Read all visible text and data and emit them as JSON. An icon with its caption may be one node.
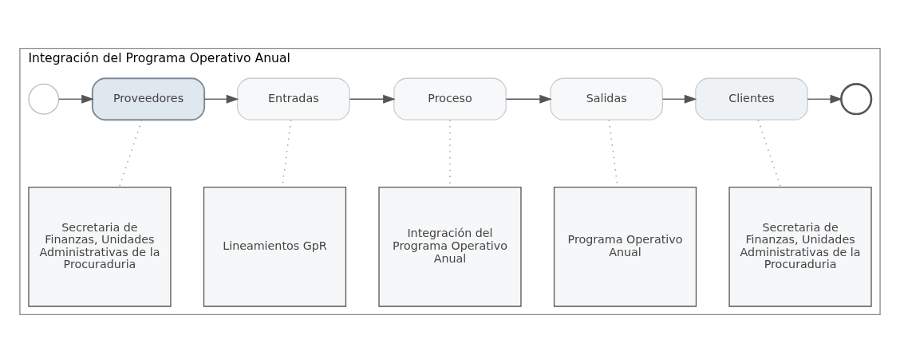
{
  "diagram": {
    "nodes": [
      {
        "text": [
          "Integración del Programa Operativo Anual"
        ]
      },
      {
        "text": [],
        "shape": "circle",
        "in": 0
      },
      {
        "text": [
          "Proveedores"
        ],
        "in": 0
      },
      {
        "text": [
          "Entradas"
        ],
        "in": 0
      },
      {
        "text": [
          "Proceso"
        ],
        "in": 0
      },
      {
        "text": [
          "Salidas"
        ],
        "in": 0
      },
      {
        "text": [
          "Clientes"
        ],
        "in": 0
      },
      {
        "text": [],
        "shape": "circle",
        "in": 0
      },
      {
        "text": [
          "Secretaria de Finanzas, Unidades Administrativas de la Procuraduria"
        ],
        "in": 0
      },
      {
        "text": [
          "Lineamientos GpR"
        ],
        "in": 0
      },
      {
        "text": [
          "Integración del Programa Operativo Anual"
        ],
        "in": 0
      },
      {
        "text": [
          "Programa Operativo Anual"
        ],
        "in": 0
      },
      {
        "text": [
          "Secretaria de Finanzas, Unidades Administrativas de la Procuraduria"
        ],
        "in": 0
      }
    ],
    "edges": [
      {
        "from": 1,
        "to": 2,
        "arrow": "to"
      },
      {
        "from": 2,
        "to": 3,
        "arrow": "to"
      },
      {
        "from": 3,
        "to": 4,
        "arrow": "to"
      },
      {
        "from": 4,
        "to": 5,
        "arrow": "to"
      },
      {
        "from": 5,
        "to": 6,
        "arrow": "to"
      },
      {
        "from": 6,
        "to": 7,
        "arrow": "to"
      },
      {
        "from": 2,
        "to": 8,
        "arrow": "none",
        "style": "dashed"
      },
      {
        "from": 3,
        "to": 9,
        "arrow": "none",
        "style": "dashed"
      },
      {
        "from": 4,
        "to": 10,
        "arrow": "none",
        "style": "dashed"
      },
      {
        "from": 5,
        "to": 11,
        "arrow": "none",
        "style": "dashed"
      },
      {
        "from": 6,
        "to": 12,
        "arrow": "none",
        "style": "dashed"
      }
    ]
  }
}
